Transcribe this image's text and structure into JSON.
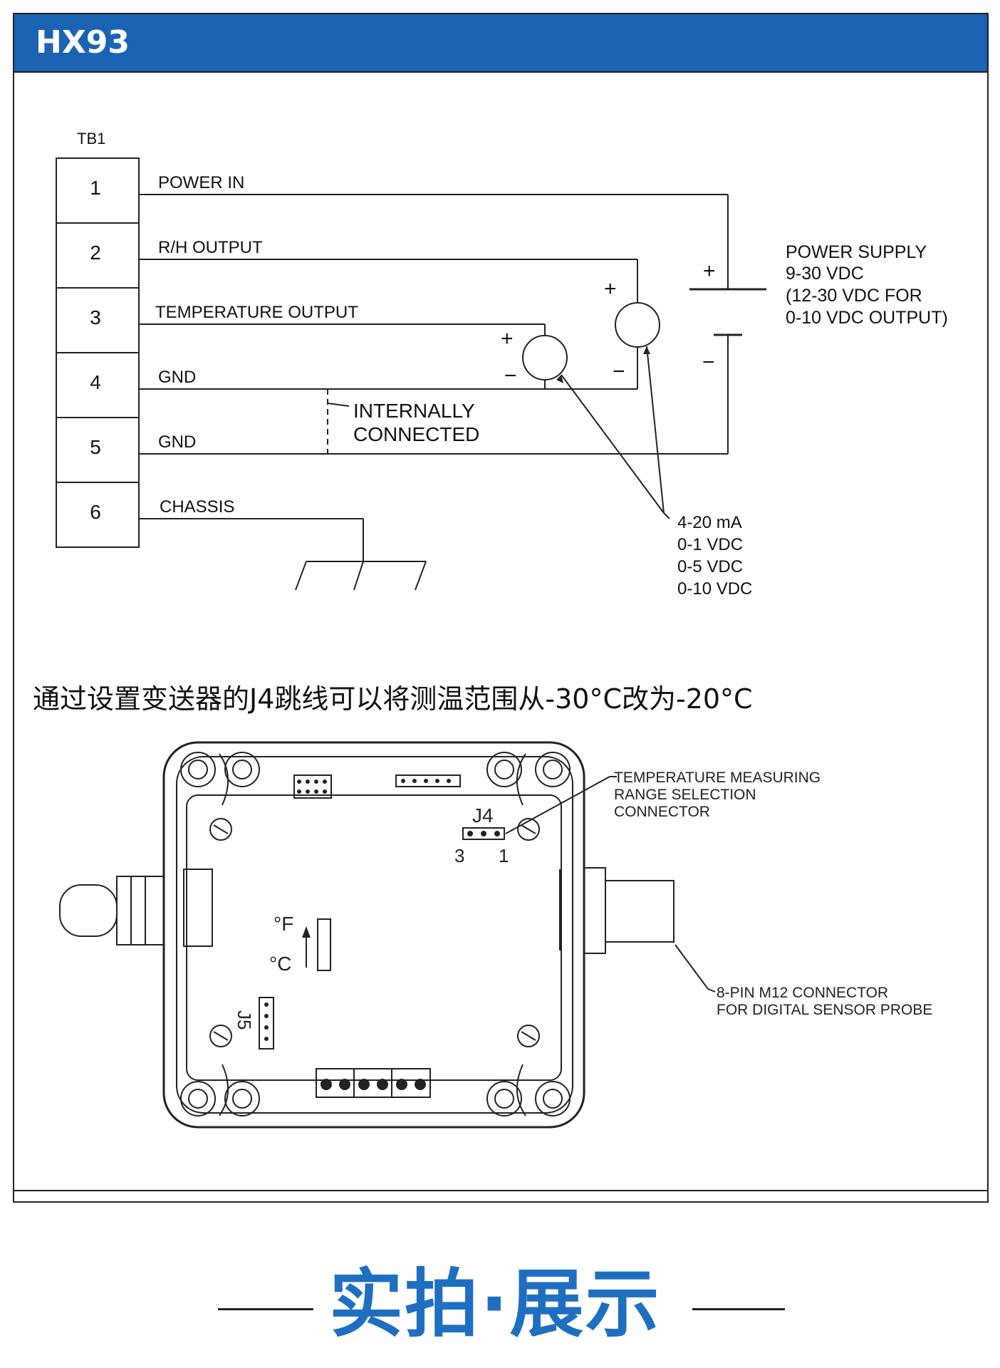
{
  "header": {
    "title": "HX93"
  },
  "wiring": {
    "terminal_block_label": "TB1",
    "terminals": [
      {
        "num": "1",
        "label": "POWER IN"
      },
      {
        "num": "2",
        "label": "R/H OUTPUT"
      },
      {
        "num": "3",
        "label": "TEMPERATURE OUTPUT"
      },
      {
        "num": "4",
        "label": "GND"
      },
      {
        "num": "5",
        "label": "GND"
      },
      {
        "num": "6",
        "label": "CHASSIS"
      }
    ],
    "internally_connected": [
      "INTERNALLY",
      "CONNECTED"
    ],
    "power_supply": [
      "POWER SUPPLY",
      "9-30 VDC",
      "(12-30 VDC FOR",
      "0-10 VDC OUTPUT)"
    ],
    "output_options": [
      "4-20 mA",
      "0-1 VDC",
      "0-5 VDC",
      "0-10 VDC"
    ],
    "plus": "+",
    "minus": "−"
  },
  "note": "通过设置变送器的J4跳线可以将测温范围从-30°C改为-20°C",
  "enclosure": {
    "j4_label": "J4",
    "j4_pin_left": "3",
    "j4_pin_right": "1",
    "j5_label": "J5",
    "unit_f": "°F",
    "unit_c": "°C",
    "temp_selector_callout": [
      "TEMPERATURE MEASURING",
      "RANGE SELECTION",
      "CONNECTOR"
    ],
    "m12_callout": [
      "8-PIN M12 CONNECTOR",
      "FOR DIGITAL SENSOR PROBE"
    ]
  },
  "bottom_title": "实拍·展示"
}
